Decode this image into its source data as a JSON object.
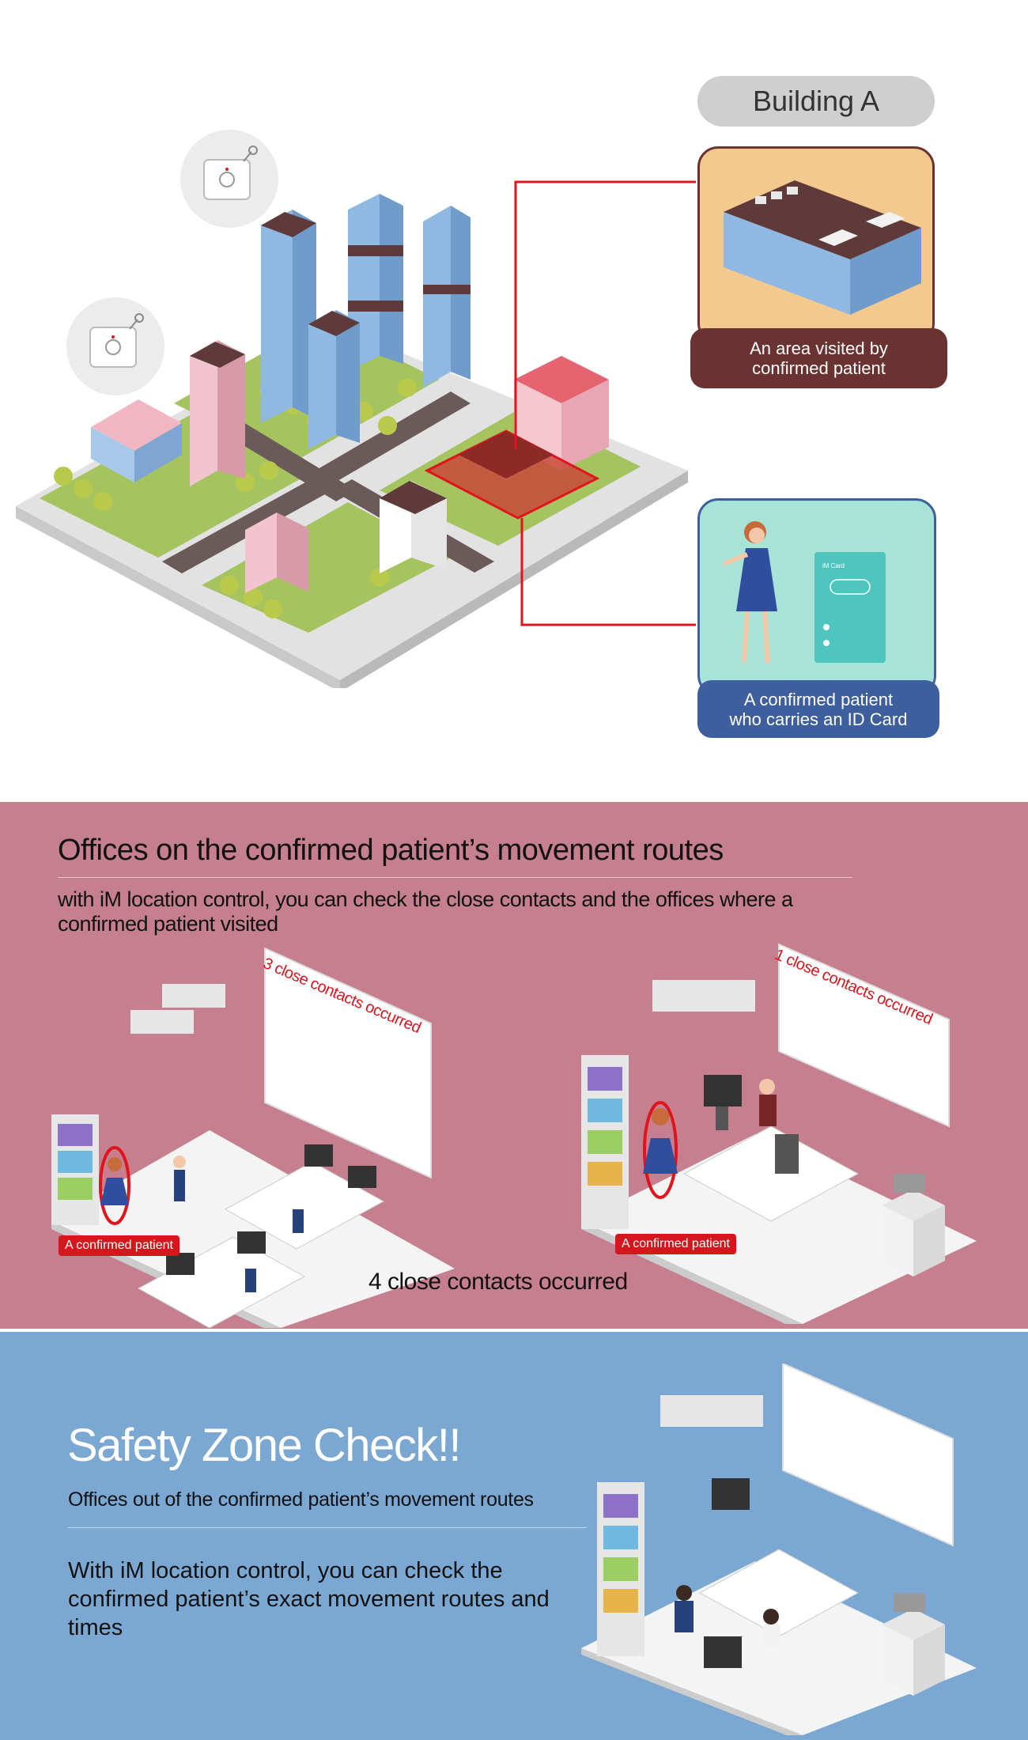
{
  "colors": {
    "section2_bg": "#c57f8f",
    "section3_bg": "#7aa8d2",
    "highlight_red": "#d6161d",
    "area_card_bg": "#f4c98e",
    "area_caption_bg": "#6a3231",
    "patient_card_bg": "#a8e3d7",
    "patient_caption_bg": "#3e5f9e"
  },
  "section1": {
    "building_label": "Building A",
    "area_caption": "An area visited by\nconfirmed patient",
    "patient_caption": "A confirmed patient\nwho carries an ID Card",
    "icons": [
      "wifi-tag-icon",
      "wifi-tag-icon",
      "isometric-city-illustration",
      "id-card-icon"
    ]
  },
  "section2": {
    "title": "Offices on the confirmed patient’s movement routes",
    "description": "with iM location control, you can check the close contacts and the offices where a confirmed patient visited",
    "office_left_screen": "3 close contacts occurred",
    "office_right_screen": "1 close contacts occurred",
    "patient_tag_left": "A confirmed patient",
    "patient_tag_right": "A confirmed patient",
    "total_contacts": "4 close contacts occurred"
  },
  "section3": {
    "title": "Safety Zone Check!!",
    "subtitle": "Offices out of the confirmed patient’s movement routes",
    "description": "With iM location control, you can check the confirmed patient’s exact movement routes and times"
  }
}
